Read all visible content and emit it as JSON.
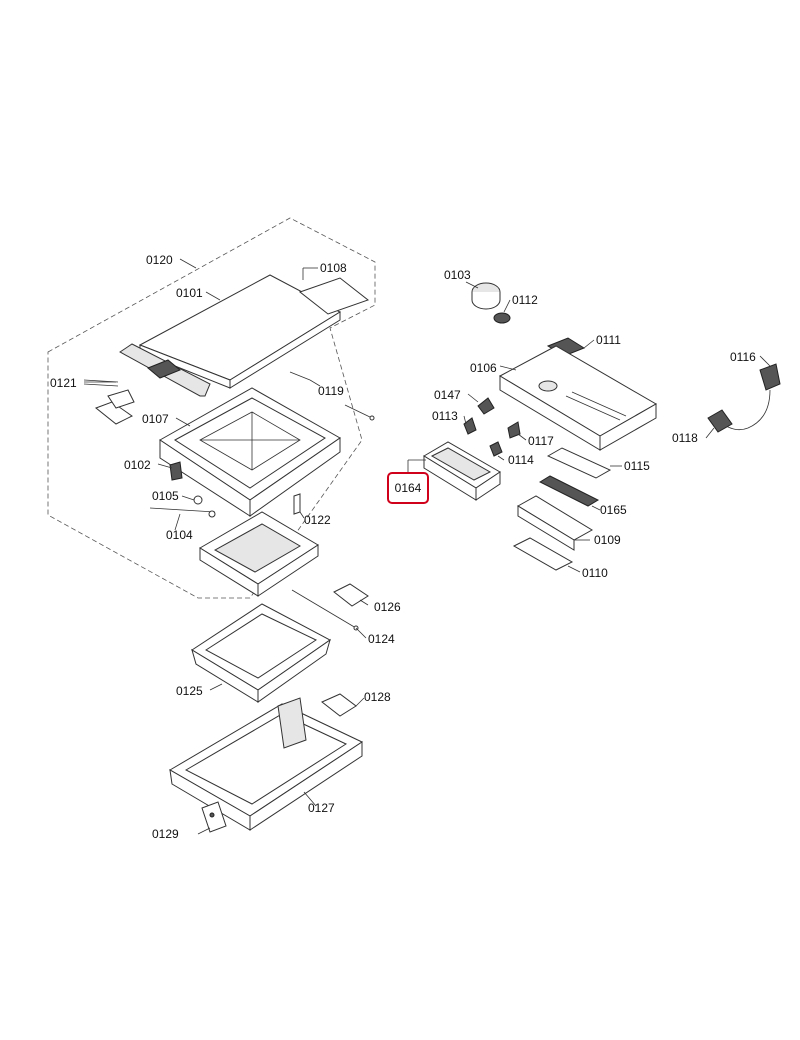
{
  "diagram": {
    "highlighted_part": "0164",
    "highlight_color": "#d0021b",
    "labels": {
      "p0120": "0120",
      "p0108": "0108",
      "p0101": "0101",
      "p0121": "0121",
      "p0119": "0119",
      "p0107": "0107",
      "p0102": "0102",
      "p0105": "0105",
      "p0104": "0104",
      "p0122": "0122",
      "p0126": "0126",
      "p0124": "0124",
      "p0125": "0125",
      "p0128": "0128",
      "p0127": "0127",
      "p0129": "0129",
      "p0103": "0103",
      "p0112": "0112",
      "p0111": "0111",
      "p0106": "0106",
      "p0147": "0147",
      "p0113": "0113",
      "p0117": "0117",
      "p0114": "0114",
      "p0115": "0115",
      "p0164": "0164",
      "p0165": "0165",
      "p0109": "0109",
      "p0110": "0110",
      "p0116": "0116",
      "p0118": "0118"
    }
  }
}
